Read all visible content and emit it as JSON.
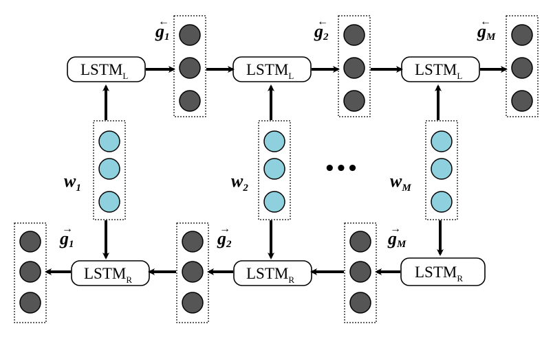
{
  "lstm_left": {
    "name": "LSTM",
    "sub": "L"
  },
  "lstm_right": {
    "name": "LSTM",
    "sub": "R"
  },
  "word_vectors": [
    {
      "name": "w",
      "sub": "1"
    },
    {
      "name": "w",
      "sub": "2"
    },
    {
      "name": "w",
      "sub": "M"
    }
  ],
  "left_states": [
    {
      "name": "g",
      "sub": "1",
      "arrow": "←"
    },
    {
      "name": "g",
      "sub": "2",
      "arrow": "←"
    },
    {
      "name": "g",
      "sub": "M",
      "arrow": "←"
    }
  ],
  "right_states": [
    {
      "name": "g",
      "sub": "1",
      "arrow": "→"
    },
    {
      "name": "g",
      "sub": "2",
      "arrow": "→"
    },
    {
      "name": "g",
      "sub": "M",
      "arrow": "→"
    }
  ],
  "ellipsis": "•••",
  "colors": {
    "word_node": "#8fd0df",
    "state_node": "#555555",
    "stroke": "#000000"
  }
}
